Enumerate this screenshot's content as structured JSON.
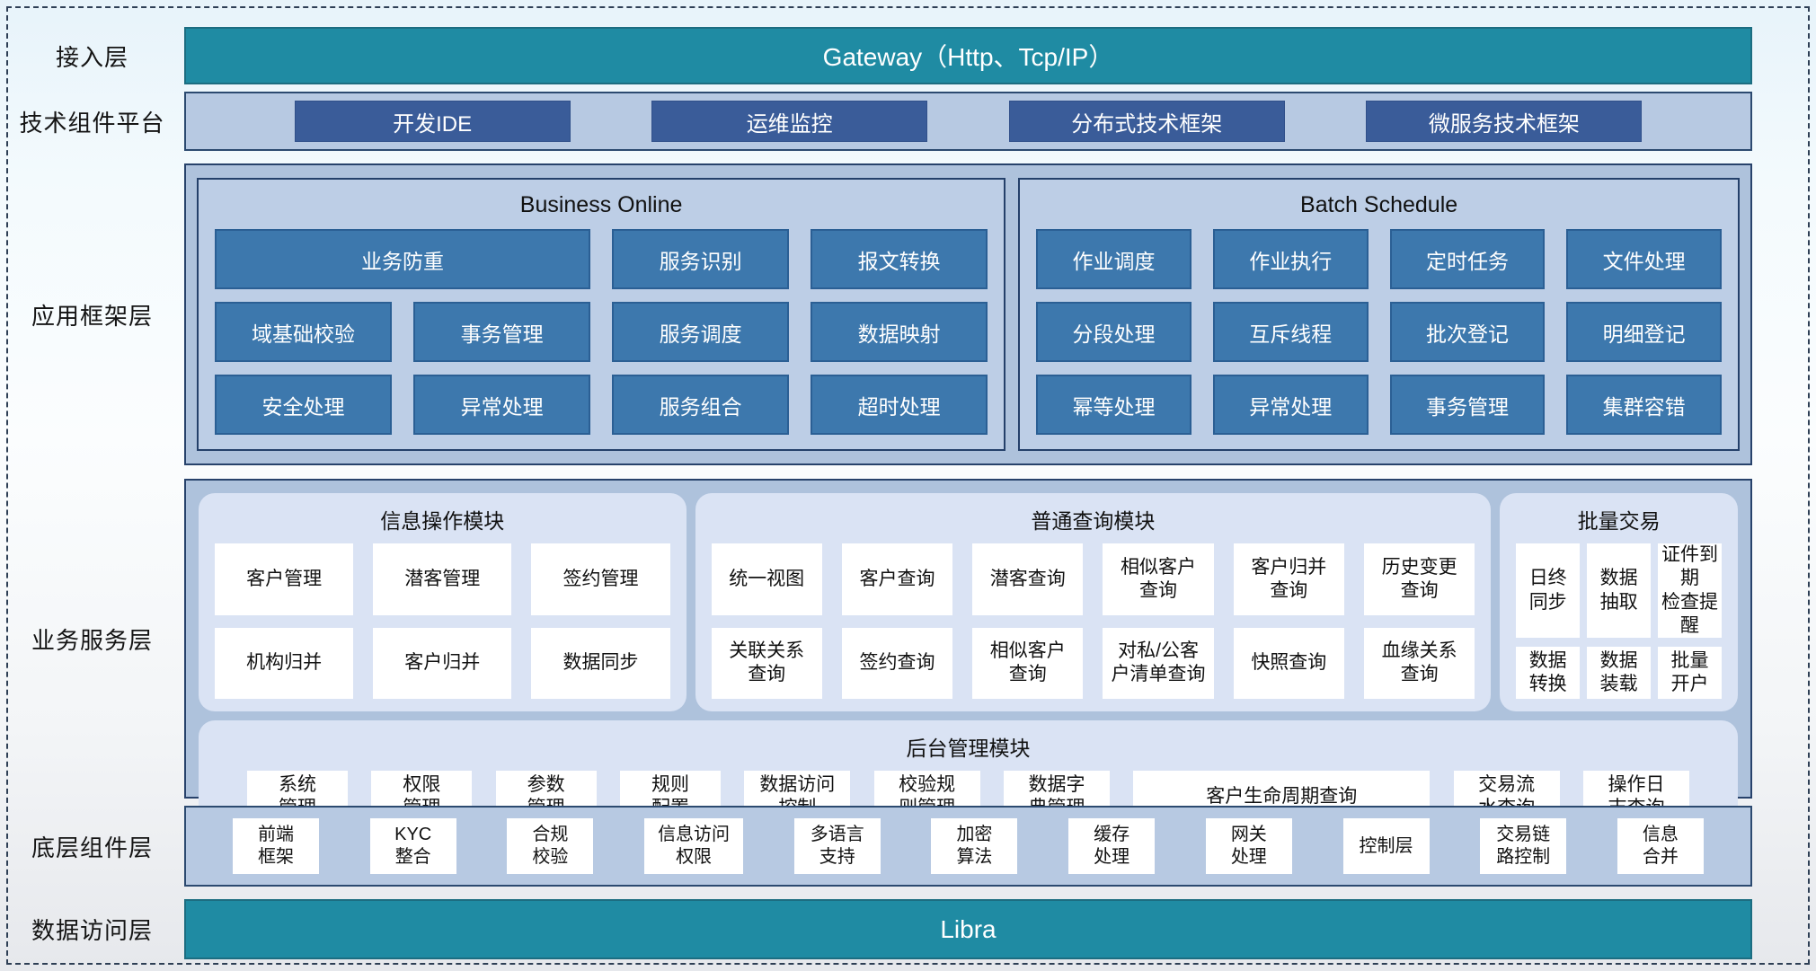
{
  "access": {
    "label": "接入层",
    "gateway": "Gateway（Http、Tcp/IP）"
  },
  "tech": {
    "label": "技术组件平台",
    "items": [
      "开发IDE",
      "运维监控",
      "分布式技术框架",
      "微服务技术框架"
    ]
  },
  "app": {
    "label": "应用框架层",
    "business_online": {
      "title": "Business Online",
      "cells": [
        "业务防重",
        "服务识别",
        "报文转换",
        "域基础校验",
        "事务管理",
        "服务调度",
        "数据映射",
        "安全处理",
        "异常处理",
        "服务组合",
        "超时处理"
      ]
    },
    "batch_schedule": {
      "title": "Batch Schedule",
      "cells": [
        "作业调度",
        "作业执行",
        "定时任务",
        "文件处理",
        "分段处理",
        "互斥线程",
        "批次登记",
        "明细登记",
        "幂等处理",
        "异常处理",
        "事务管理",
        "集群容错"
      ]
    }
  },
  "biz": {
    "label": "业务服务层",
    "info_ops": {
      "title": "信息操作模块",
      "cells": [
        "客户管理",
        "潜客管理",
        "签约管理",
        "机构归并",
        "客户归并",
        "数据同步"
      ]
    },
    "common_query": {
      "title": "普通查询模块",
      "cells": [
        "统一视图",
        "客户查询",
        "潜客查询",
        "相似客户\n查询",
        "客户归并\n查询",
        "历史变更\n查询",
        "关联关系\n查询",
        "签约查询",
        "相似客户\n查询",
        "对私/公客\n户清单查询",
        "快照查询",
        "血缘关系\n查询"
      ]
    },
    "batch_trade": {
      "title": "批量交易",
      "cells": [
        "日终\n同步",
        "数据\n抽取",
        "证件到期\n检查提醒",
        "数据\n转换",
        "数据\n装载",
        "批量\n开户"
      ]
    },
    "backend": {
      "title": "后台管理模块",
      "cells": [
        "系统\n管理",
        "权限\n管理",
        "参数\n管理",
        "规则\n配置",
        "数据访问\n控制",
        "校验规\n则管理",
        "数据字\n典管理",
        "客户生命周期查询",
        "交易流\n水查询",
        "操作日\n志查询"
      ]
    }
  },
  "base": {
    "label": "底层组件层",
    "cells": [
      "前端\n框架",
      "KYC\n整合",
      "合规\n校验",
      "信息访问\n权限",
      "多语言\n支持",
      "加密\n算法",
      "缓存\n处理",
      "网关\n处理",
      "控制层",
      "交易链\n路控制",
      "信息\n合并"
    ]
  },
  "dal": {
    "label": "数据访问层",
    "title": "Libra"
  },
  "colors": {
    "teal_bar": "#1f8ba3",
    "navy_cell": "#3a5c99",
    "steel_cell": "#3d78ad",
    "panel_bg": "#b7c9e2",
    "module_bg": "#dae3f4",
    "dashed_border": "#2e3f55"
  }
}
